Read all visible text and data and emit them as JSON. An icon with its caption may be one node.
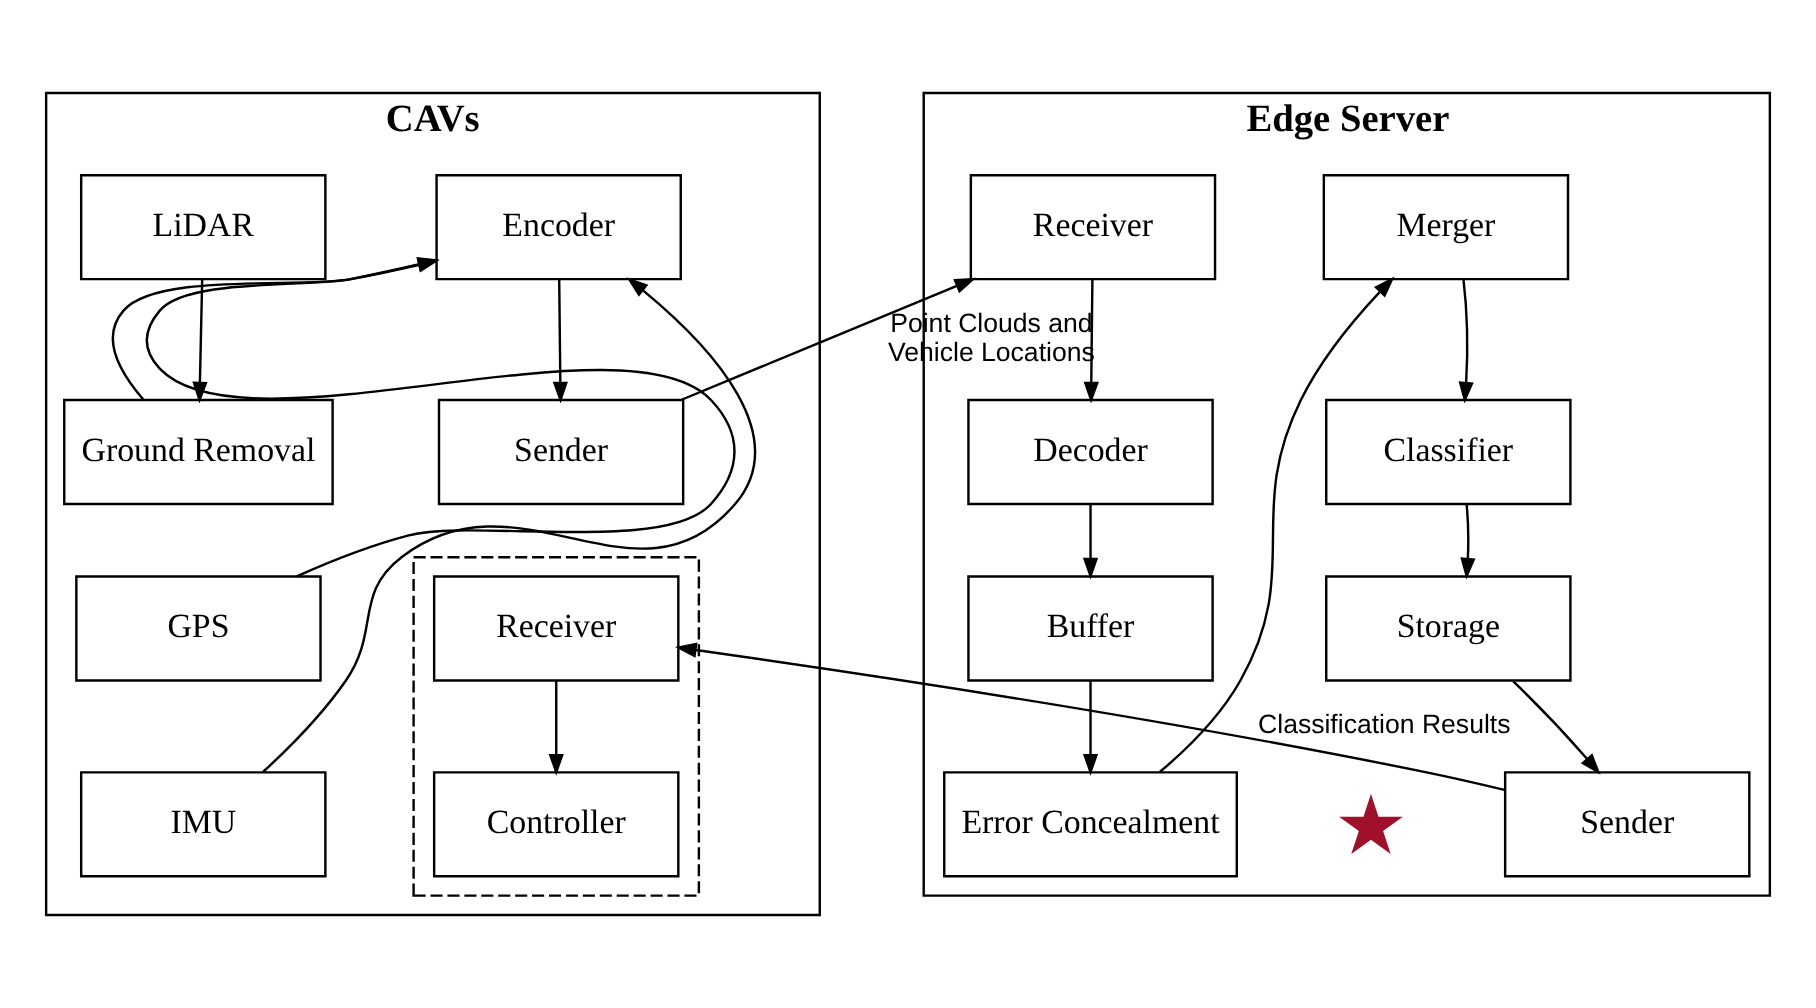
{
  "diagram": {
    "nodes": [
      {
        "text": [
          "CAVs"
        ]
      },
      {
        "text": [
          "LiDAR"
        ],
        "in": 0
      },
      {
        "text": [
          "Ground Removal"
        ],
        "in": 0
      },
      {
        "text": [
          "GPS"
        ],
        "in": 0
      },
      {
        "text": [
          "IMU"
        ],
        "in": 0
      },
      {
        "text": [
          "Encoder"
        ],
        "in": 0
      },
      {
        "text": [
          "Sender"
        ],
        "in": 0
      },
      {
        "text": [],
        "shape": "box",
        "in": 0
      },
      {
        "text": [
          "Receiver"
        ],
        "in": 7
      },
      {
        "text": [
          "Controller"
        ],
        "in": 7
      },
      {
        "text": [
          "Edge Server"
        ]
      },
      {
        "text": [
          "Receiver"
        ],
        "in": 10
      },
      {
        "text": [
          "Decoder"
        ],
        "in": 10
      },
      {
        "text": [
          "Buffer"
        ],
        "in": 10
      },
      {
        "text": [
          "Error Concealment"
        ],
        "in": 10
      },
      {
        "text": [
          "Merger"
        ],
        "in": 10
      },
      {
        "text": [
          "Classifier"
        ],
        "in": 10
      },
      {
        "text": [
          "Storage"
        ],
        "in": 10
      },
      {
        "text": [
          "Sender"
        ],
        "in": 10
      },
      {
        "text": [],
        "shape": "star",
        "in": 10
      }
    ],
    "edges": [
      {
        "from": 1,
        "to": 2,
        "arrow": "to"
      },
      {
        "from": 2,
        "to": 5,
        "arrow": "to"
      },
      {
        "from": 3,
        "to": 5,
        "arrow": "to"
      },
      {
        "from": 4,
        "to": 5,
        "arrow": "to"
      },
      {
        "from": 5,
        "to": 6,
        "arrow": "to"
      },
      {
        "from": 6,
        "to": 11,
        "arrow": "to",
        "label": "Point Clouds and Vehicle Locations"
      },
      {
        "from": 8,
        "to": 9,
        "arrow": "to"
      },
      {
        "from": 11,
        "to": 12,
        "arrow": "to"
      },
      {
        "from": 12,
        "to": 13,
        "arrow": "to"
      },
      {
        "from": 13,
        "to": 14,
        "arrow": "to"
      },
      {
        "from": 14,
        "to": 15,
        "arrow": "to"
      },
      {
        "from": 15,
        "to": 16,
        "arrow": "to"
      },
      {
        "from": 16,
        "to": 17,
        "arrow": "to"
      },
      {
        "from": 17,
        "to": 18,
        "arrow": "to"
      },
      {
        "from": 18,
        "to": 8,
        "arrow": "to",
        "label": "Classification Results"
      }
    ]
  }
}
